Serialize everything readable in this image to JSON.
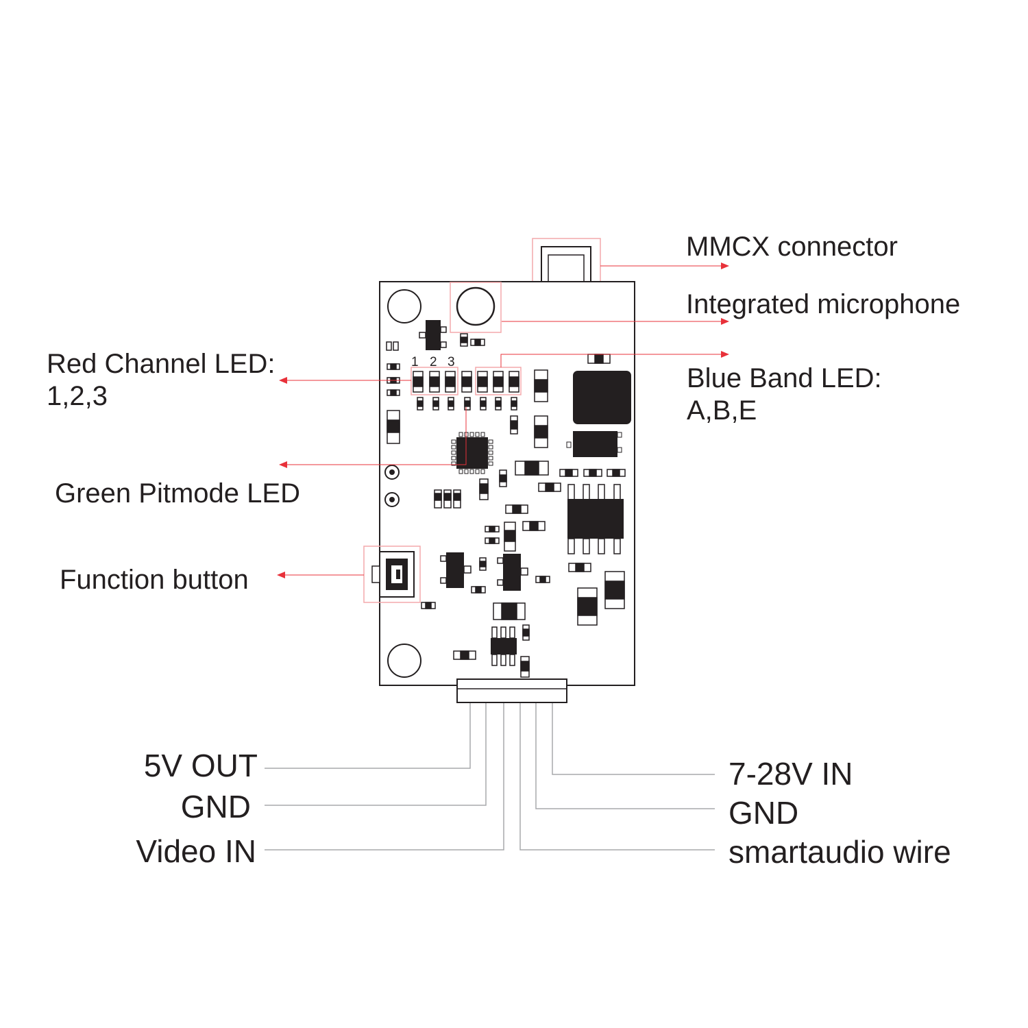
{
  "labels": {
    "mmcx": "MMCX  connector",
    "microphone": "Integrated microphone",
    "red_led_line1": "Red Channel LED:",
    "red_led_line2": "1,2,3",
    "blue_led_line1": "Blue Band LED:",
    "blue_led_line2": "A,B,E",
    "green_led": "Green Pitmode LED",
    "function_button": "Function button"
  },
  "pins": {
    "left": [
      "5V OUT",
      "GND",
      "Video IN"
    ],
    "right": [
      "7-28V IN",
      "GND",
      "smartaudio wire"
    ]
  },
  "led_numbers": [
    "1",
    "2",
    "3"
  ],
  "colors": {
    "ink": "#231f20",
    "callout_red": "#e8313a",
    "wire_gray": "#a7a9ac",
    "board_outline": "#231f20"
  }
}
